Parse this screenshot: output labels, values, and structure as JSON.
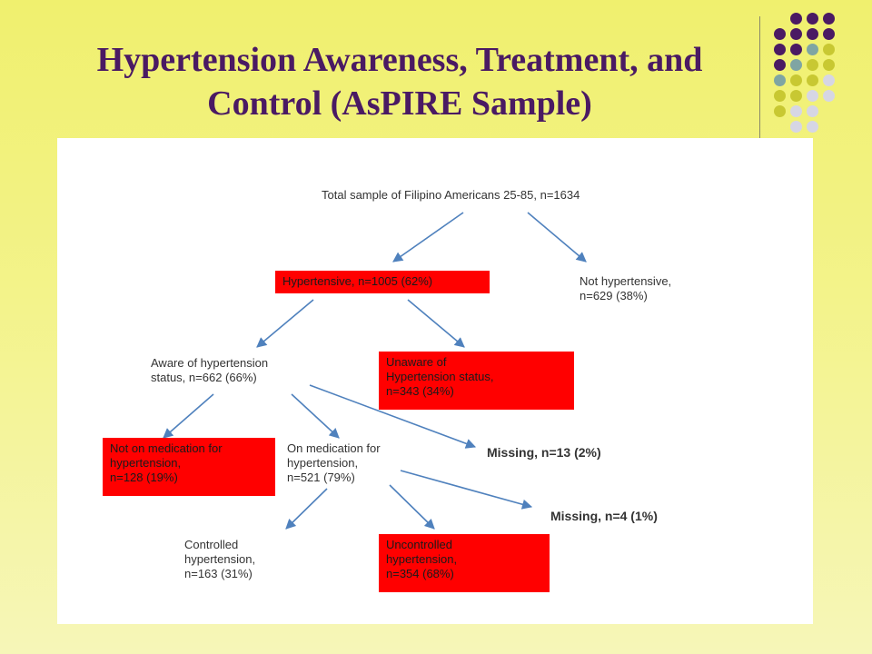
{
  "slide": {
    "title": "Hypertension Awareness, Treatment, and Control (AsPIRE Sample)"
  },
  "colors": {
    "title": "#4a1a63",
    "box_fill": "#ff0000",
    "arrow": "#4f81bd",
    "dot_purple": "#4a1a63",
    "dot_teal": "#7fa5a3",
    "dot_olive": "#c8c832",
    "dot_grey": "#d6d6e4"
  },
  "diagram": {
    "total": "Total sample of Filipino Americans 25-85, n=1634",
    "hypertensive": "Hypertensive, n=1005 (62%)",
    "not_hypertensive": "Not hypertensive,\nn=629 (38%)",
    "aware": "Aware of hypertension\nstatus, n=662 (66%)",
    "unaware": "Unaware of\nHypertension status,\nn=343 (34%)",
    "not_on_medication": "Not on medication for\nhypertension,\nn=128 (19%)",
    "on_medication": "On medication for\nhypertension,\nn=521 (79%)",
    "missing_aware": "Missing, n=13 (2%)",
    "missing_medication": "Missing, n=4 (1%)",
    "controlled": "Controlled\nhypertension,\nn=163 (31%)",
    "uncontrolled": "Uncontrolled\nhypertension,\nn=354 (68%)"
  }
}
